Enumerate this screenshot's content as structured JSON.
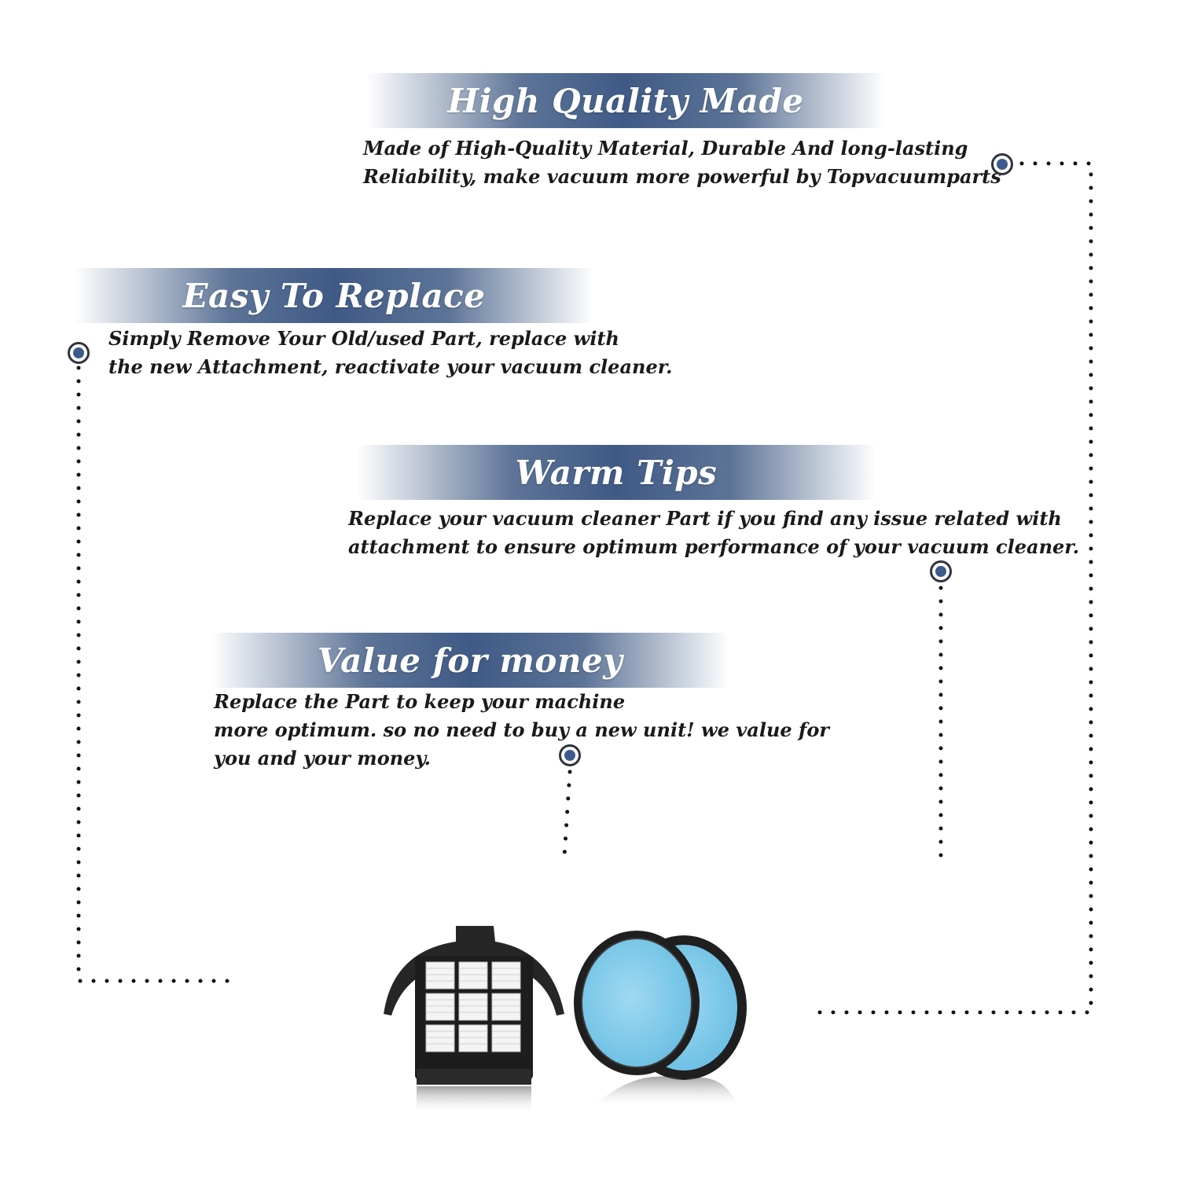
{
  "sections": [
    {
      "title": "High Quality Made",
      "lines": [
        "Made of  High-Quality Material, Durable And long-lasting",
        "Reliability, make vacuum more powerful by Topvacuumparts"
      ]
    },
    {
      "title": "Easy To Replace",
      "lines": [
        "Simply Remove Your Old/used Part, replace with",
        "the new Attachment, reactivate your vacuum cleaner."
      ]
    },
    {
      "title": "Warm Tips",
      "lines": [
        "Replace your vacuum cleaner Part if you find any issue related with",
        " attachment to ensure optimum performance of your vacuum cleaner."
      ]
    },
    {
      "title": "Value for money",
      "lines": [
        "Replace the Part to keep your machine",
        "more optimum. so no need to buy a new unit! we value for",
        "you and your money."
      ]
    }
  ],
  "colors": {
    "banner": "#3f5a86",
    "marker": "#3e5a8c",
    "dots": "#111111",
    "filter_blue": "#7cc7e8",
    "frame": "#1f1f1f"
  },
  "icons": {
    "product": "vacuum-filter-set-icon"
  }
}
